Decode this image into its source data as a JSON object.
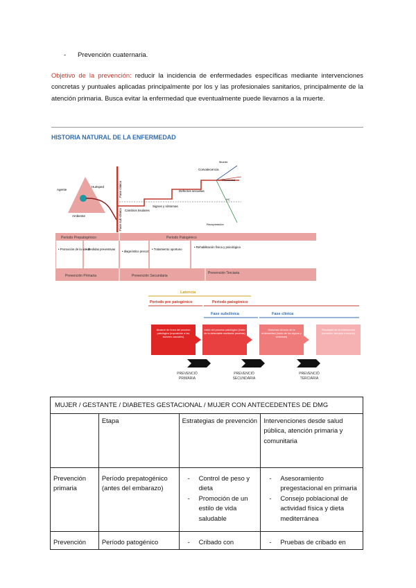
{
  "top": {
    "bullet": "Prevención cuaternaria.",
    "objective_label": "Objetivo de la prevención:",
    "objective_text": " reducir la incidencia de enfermedades específicas mediante intervenciones concretas y puntuales aplicadas principalmente por los y las profesionales sanitarios, principalmente de la atención primaria. Busca evitar la enfermedad que eventualmente puede llevarnos a la muerte.",
    "section_heading": "HISTORIA NATURAL DE LA ENFERMEDAD"
  },
  "diagram1": {
    "triangle": {
      "agente": "Agente",
      "huesped": "Huésped",
      "ambiente": "Ambiente"
    },
    "fase_clinica": "Fase clínica",
    "fase_subclinica": "Fase sub-clínica",
    "cambios": "Cambios tisulares",
    "signos": "Signos y síntomas",
    "defectos": "Defectos secuelas",
    "convalecencia": "Convalecencia",
    "muerte": "Muerte",
    "cronicidad": "Cronicidad",
    "recuperacion": "Recuperación",
    "horizonte": "HC",
    "periodo_prepatogenico": "Periodo Prepatogénico",
    "periodo_patogenico": "Periodo Patogénico",
    "acciones": [
      "• Promoción de la salud",
      "• Medidas preventivas",
      "• diagnóstico precoz",
      "• Tratamiento oportuno",
      "• Rehabilitación física y psicológica"
    ],
    "prev_primaria": "Prevención Primaria",
    "prev_secundaria": "Prevención Secundaria",
    "prev_terciaria": "Prevención Terciaria"
  },
  "diagram2": {
    "latencia": "Latencia",
    "periodo_pre": "Periodo pre patogénico",
    "periodo_pat": "Periodo patogénico",
    "fase_subclinica": "Fase subclínica",
    "fase_clinica": "Fase clínica",
    "box1": "Alcance de línea del proceso patológico (exposición a los factores causales)",
    "box2": "Inicio del proceso patológico (inicio de la detectable mediante pruebas)",
    "box3": "Síntomas clínicos de la enfermedad (inicio de los signos y síntomas)",
    "box4": "Resultado de la enfermedad (curación, secuela o muerte)",
    "prev1": "PREVENCIÓ",
    "prev1b": "PRIMÀRIA",
    "prev2": "PREVENCIÓ",
    "prev2b": "SECUNDÀRIA",
    "prev3": "PREVENCIÓ",
    "prev3b": "TERCIÀRIA"
  },
  "table": {
    "title": "MUJER / GESTANTE / DIABETES GESTACIONAL / MUJER CON ANTECEDENTES DE DMG",
    "headers": [
      "",
      "Etapa",
      "Estrategias de prevención",
      "Intervenciones desde salud pública, atención primaria y comunitaria"
    ],
    "rows": [
      {
        "level": "Prevención primaria",
        "stage": "Período prepatogénico (antes del embarazo)",
        "strategies": [
          "Control de peso y dieta",
          "Promoción de un estilo de vida saludable"
        ],
        "interventions": [
          "Asesoramiento pregestacional en primaria",
          "Consejo poblacional de actividad física y dieta mediterránea"
        ]
      },
      {
        "level": "Prevención",
        "stage": "Período patogénico",
        "strategies": [
          "Cribado con"
        ],
        "interventions": [
          "Pruebas de cribado en"
        ]
      }
    ]
  }
}
